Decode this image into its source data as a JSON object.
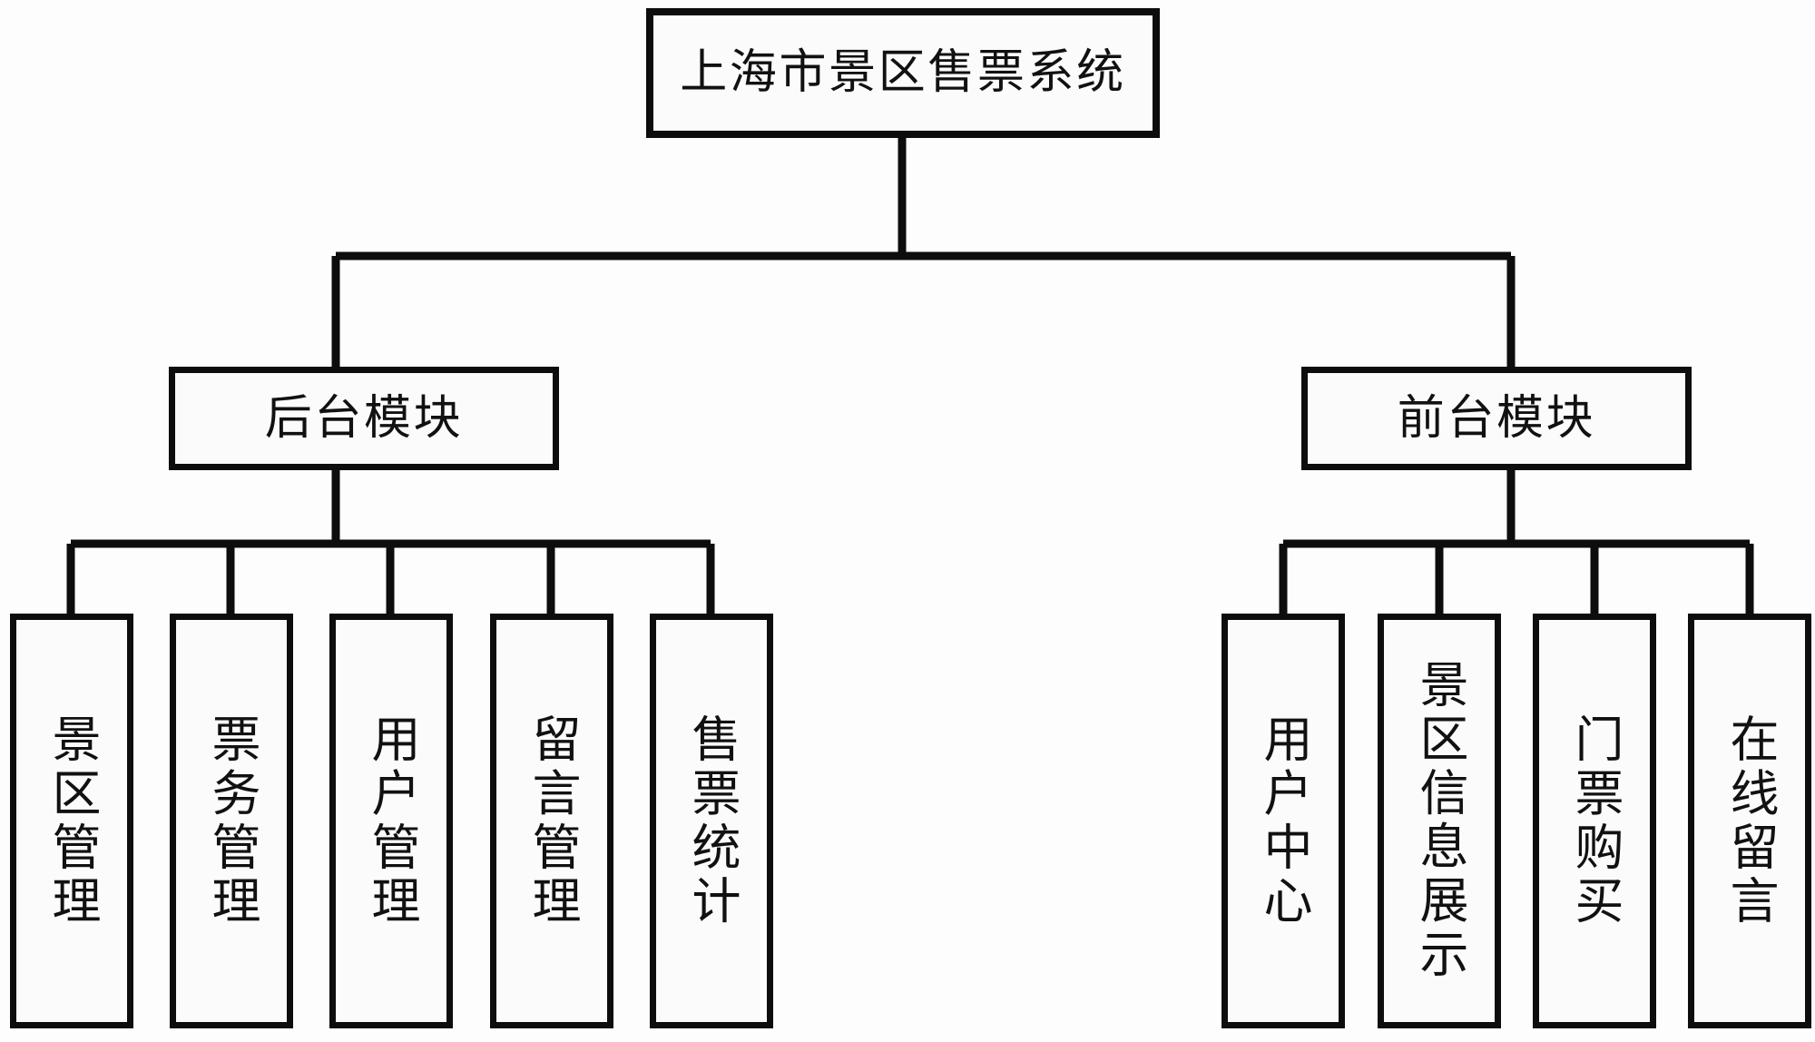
{
  "diagram": {
    "type": "tree",
    "orientation": "top-down",
    "title": "上海市景区售票系统",
    "style": {
      "background": "#fdfdfd",
      "node_fill": "#fbfbfb",
      "node_border": "#0d0d0d",
      "edge_color": "#0d0d0d",
      "text_color": "#111111"
    },
    "root": {
      "id": "root",
      "label": "上海市景区售票系统",
      "text_direction": "horizontal"
    },
    "branches": [
      {
        "id": "backend",
        "label": "后台模块",
        "text_direction": "horizontal",
        "children": [
          {
            "id": "scenic-management",
            "label": "景区管理",
            "text_direction": "vertical"
          },
          {
            "id": "ticket-service-management",
            "label": "票务管理",
            "text_direction": "vertical"
          },
          {
            "id": "user-management",
            "label": "用户管理",
            "text_direction": "vertical"
          },
          {
            "id": "message-management",
            "label": "留言管理",
            "text_direction": "vertical"
          },
          {
            "id": "ticket-sales-statistics",
            "label": "售票统计",
            "text_direction": "vertical"
          }
        ]
      },
      {
        "id": "frontend",
        "label": "前台模块",
        "text_direction": "horizontal",
        "children": [
          {
            "id": "user-center",
            "label": "用户中心",
            "text_direction": "vertical"
          },
          {
            "id": "scenic-info-display",
            "label": "景区信息展示",
            "text_direction": "vertical"
          },
          {
            "id": "ticket-purchase",
            "label": "门票购买",
            "text_direction": "vertical"
          },
          {
            "id": "online-message",
            "label": "在线留言",
            "text_direction": "vertical"
          }
        ]
      }
    ]
  }
}
